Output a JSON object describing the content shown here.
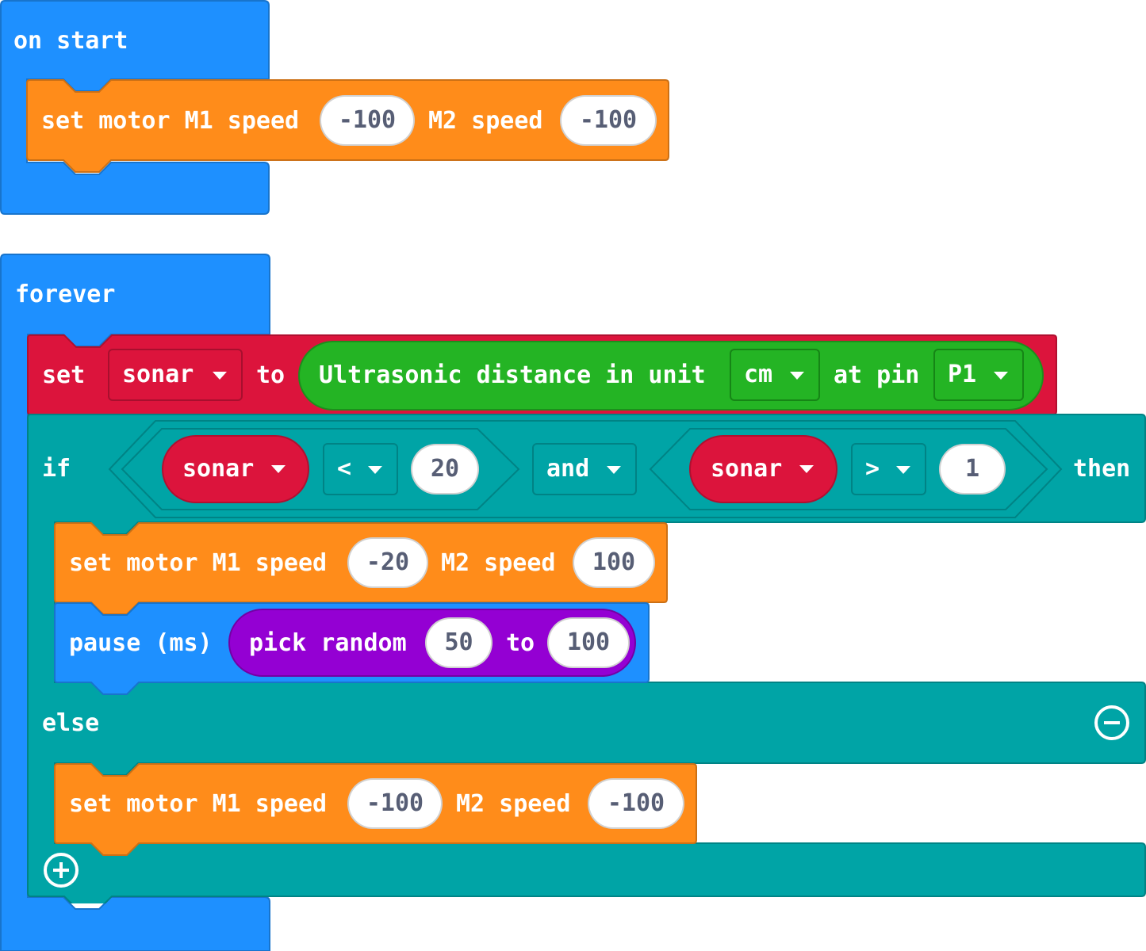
{
  "colors": {
    "basic": "#1e90ff",
    "motor": "#ff8c1a",
    "variable": "#dc143c",
    "sensor": "#24b424",
    "logic": "#00a4a6",
    "math": "#9400d3",
    "field_text": "#575e75"
  },
  "on_start": {
    "label": "on start",
    "motor": {
      "label1": "set motor M1 speed",
      "m1_value": "-100",
      "label2": "M2 speed",
      "m2_value": "-100"
    }
  },
  "forever": {
    "label": "forever",
    "set_var": {
      "set_label": "set",
      "variable": "sonar",
      "to_label": "to",
      "sensor": {
        "label": "Ultrasonic distance in unit",
        "unit": "cm",
        "pin_label": "at pin",
        "pin": "P1"
      }
    },
    "if_block": {
      "if_label": "if",
      "cond1": {
        "var": "sonar",
        "op": "<",
        "value": "20"
      },
      "logic_op": "and",
      "cond2": {
        "var": "sonar",
        "op": ">",
        "value": "1"
      },
      "then_label": "then",
      "then_motor": {
        "label1": "set motor M1 speed",
        "m1_value": "-20",
        "label2": "M2 speed",
        "m2_value": "100"
      },
      "pause": {
        "label": "pause (ms)",
        "random_label": "pick random",
        "from": "50",
        "to_label": "to",
        "to": "100"
      },
      "else_label": "else",
      "else_motor": {
        "label1": "set motor M1 speed",
        "m1_value": "-100",
        "label2": "M2 speed",
        "m2_value": "-100"
      },
      "remove_icon": "minus-circle-icon",
      "add_icon": "plus-circle-icon"
    }
  }
}
